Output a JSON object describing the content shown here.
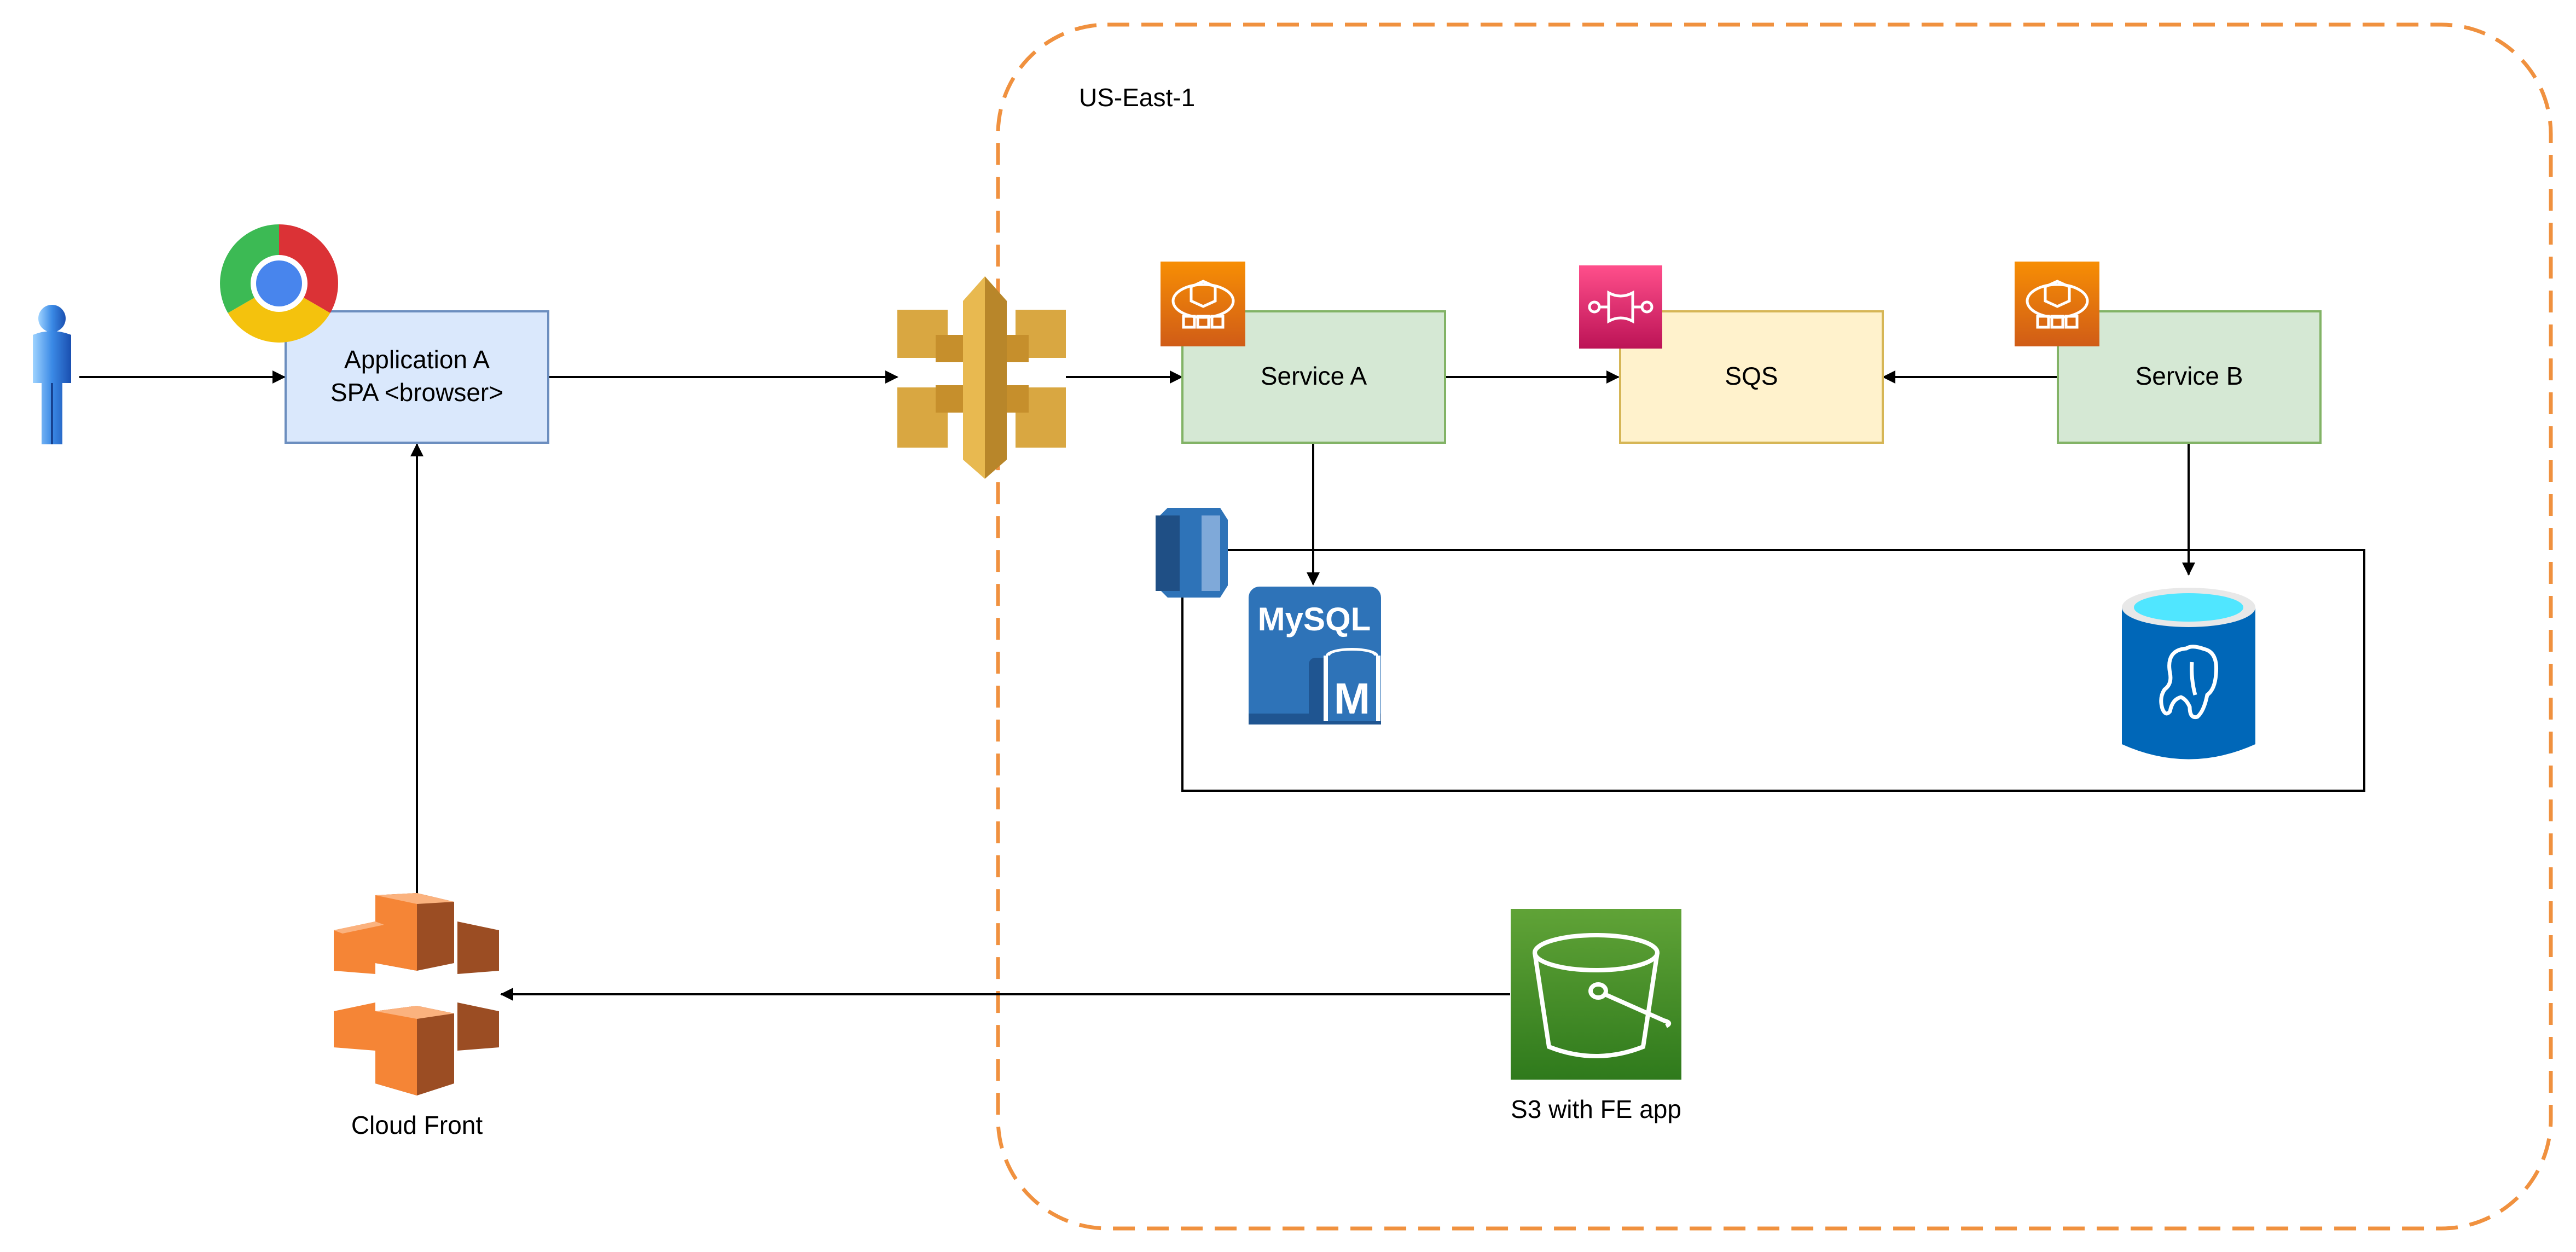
{
  "region": {
    "label": "US-East-1",
    "border_color": "#f0913f"
  },
  "nodes": {
    "user": {
      "icon": "user-icon"
    },
    "browser": {
      "icon": "chrome-icon"
    },
    "app_a": {
      "line1": "Application A",
      "line2": "SPA <browser>",
      "fill": "#dae8fc",
      "stroke": "#6c8ebf"
    },
    "api_gateway": {
      "icon": "api-gateway-icon"
    },
    "service_a": {
      "label": "Service A",
      "fill": "#d5e8d4",
      "stroke": "#82b366",
      "icon": "fargate-icon"
    },
    "sqs": {
      "label": "SQS",
      "fill": "#fff2cc",
      "stroke": "#d6b656",
      "icon": "sqs-icon"
    },
    "service_b": {
      "label": "Service B",
      "fill": "#d5e8d4",
      "stroke": "#82b366",
      "icon": "fargate-icon"
    },
    "rds": {
      "icon": "rds-icon"
    },
    "mysql": {
      "title": "MySQL",
      "badge": "M",
      "icon": "mysql-icon"
    },
    "postgres": {
      "icon": "postgresql-icon"
    },
    "s3": {
      "label": "S3 with FE app",
      "icon": "s3-bucket-icon"
    },
    "cloudfront": {
      "label": "Cloud Front",
      "icon": "cloudfront-icon"
    }
  },
  "colors": {
    "aws_orange": "#ed7100",
    "sqs_pink": "#e7157b",
    "rds_blue": "#2e73b8",
    "s3_green": "#3f8624",
    "gateway_gold": "#d9a741",
    "cloudfront_orange": "#f58536"
  }
}
